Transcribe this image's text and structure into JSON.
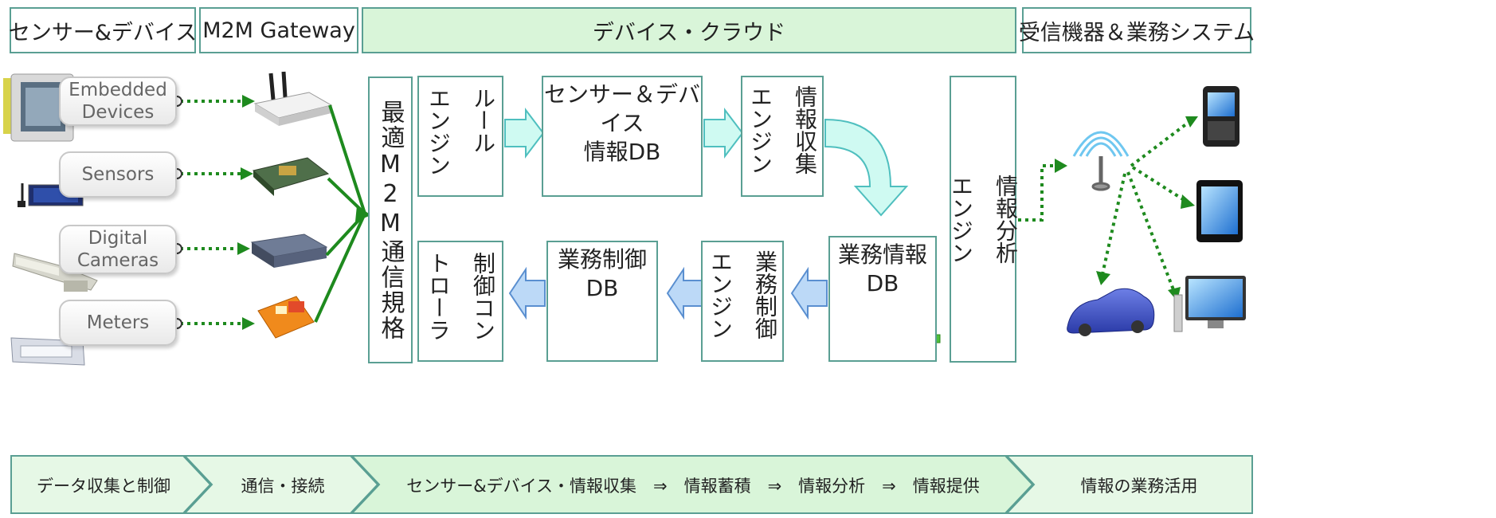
{
  "headers": [
    {
      "id": "sensors",
      "label": "センサー&デバイス"
    },
    {
      "id": "gateway",
      "label": "M2M Gateway"
    },
    {
      "id": "cloud",
      "label": "デバイス・クラウド"
    },
    {
      "id": "receivers",
      "label": "受信機器＆業務システム"
    }
  ],
  "devices": [
    {
      "label": "Embedded\nDevices"
    },
    {
      "label": "Sensors"
    },
    {
      "label": "Digital\nCameras"
    },
    {
      "label": "Meters"
    }
  ],
  "cloud": {
    "protocol": "最適M2M通信規格",
    "rule_engine": [
      "エンジン",
      "ルール"
    ],
    "sensor_db": [
      "センサー＆デバイス",
      "情報DB"
    ],
    "collect_engine": [
      "エンジン",
      "情報収集"
    ],
    "analysis_engine": [
      "エンジン",
      "情報分析"
    ],
    "business_db": [
      "業務情報",
      "DB"
    ],
    "control_engine": [
      "エンジン",
      "業務制御"
    ],
    "control_db": [
      "業務制御",
      "DB"
    ],
    "controller": [
      "トローラ",
      "制御コン"
    ]
  },
  "bottom_bar": [
    {
      "label": "データ収集と制御"
    },
    {
      "label": "通信・接続"
    },
    {
      "label": "センサー&デバイス・情報収集　⇒　情報蓄積　⇒　情報分析　⇒　情報提供"
    },
    {
      "label": "情報の業務活用"
    }
  ],
  "colors": {
    "border": "#5a9f93",
    "header_fill": "#d9f5d9",
    "link_green": "#1e8a1e",
    "arrow_cyan": "#cffaf2",
    "arrow_blue": "#bcd9f7"
  }
}
